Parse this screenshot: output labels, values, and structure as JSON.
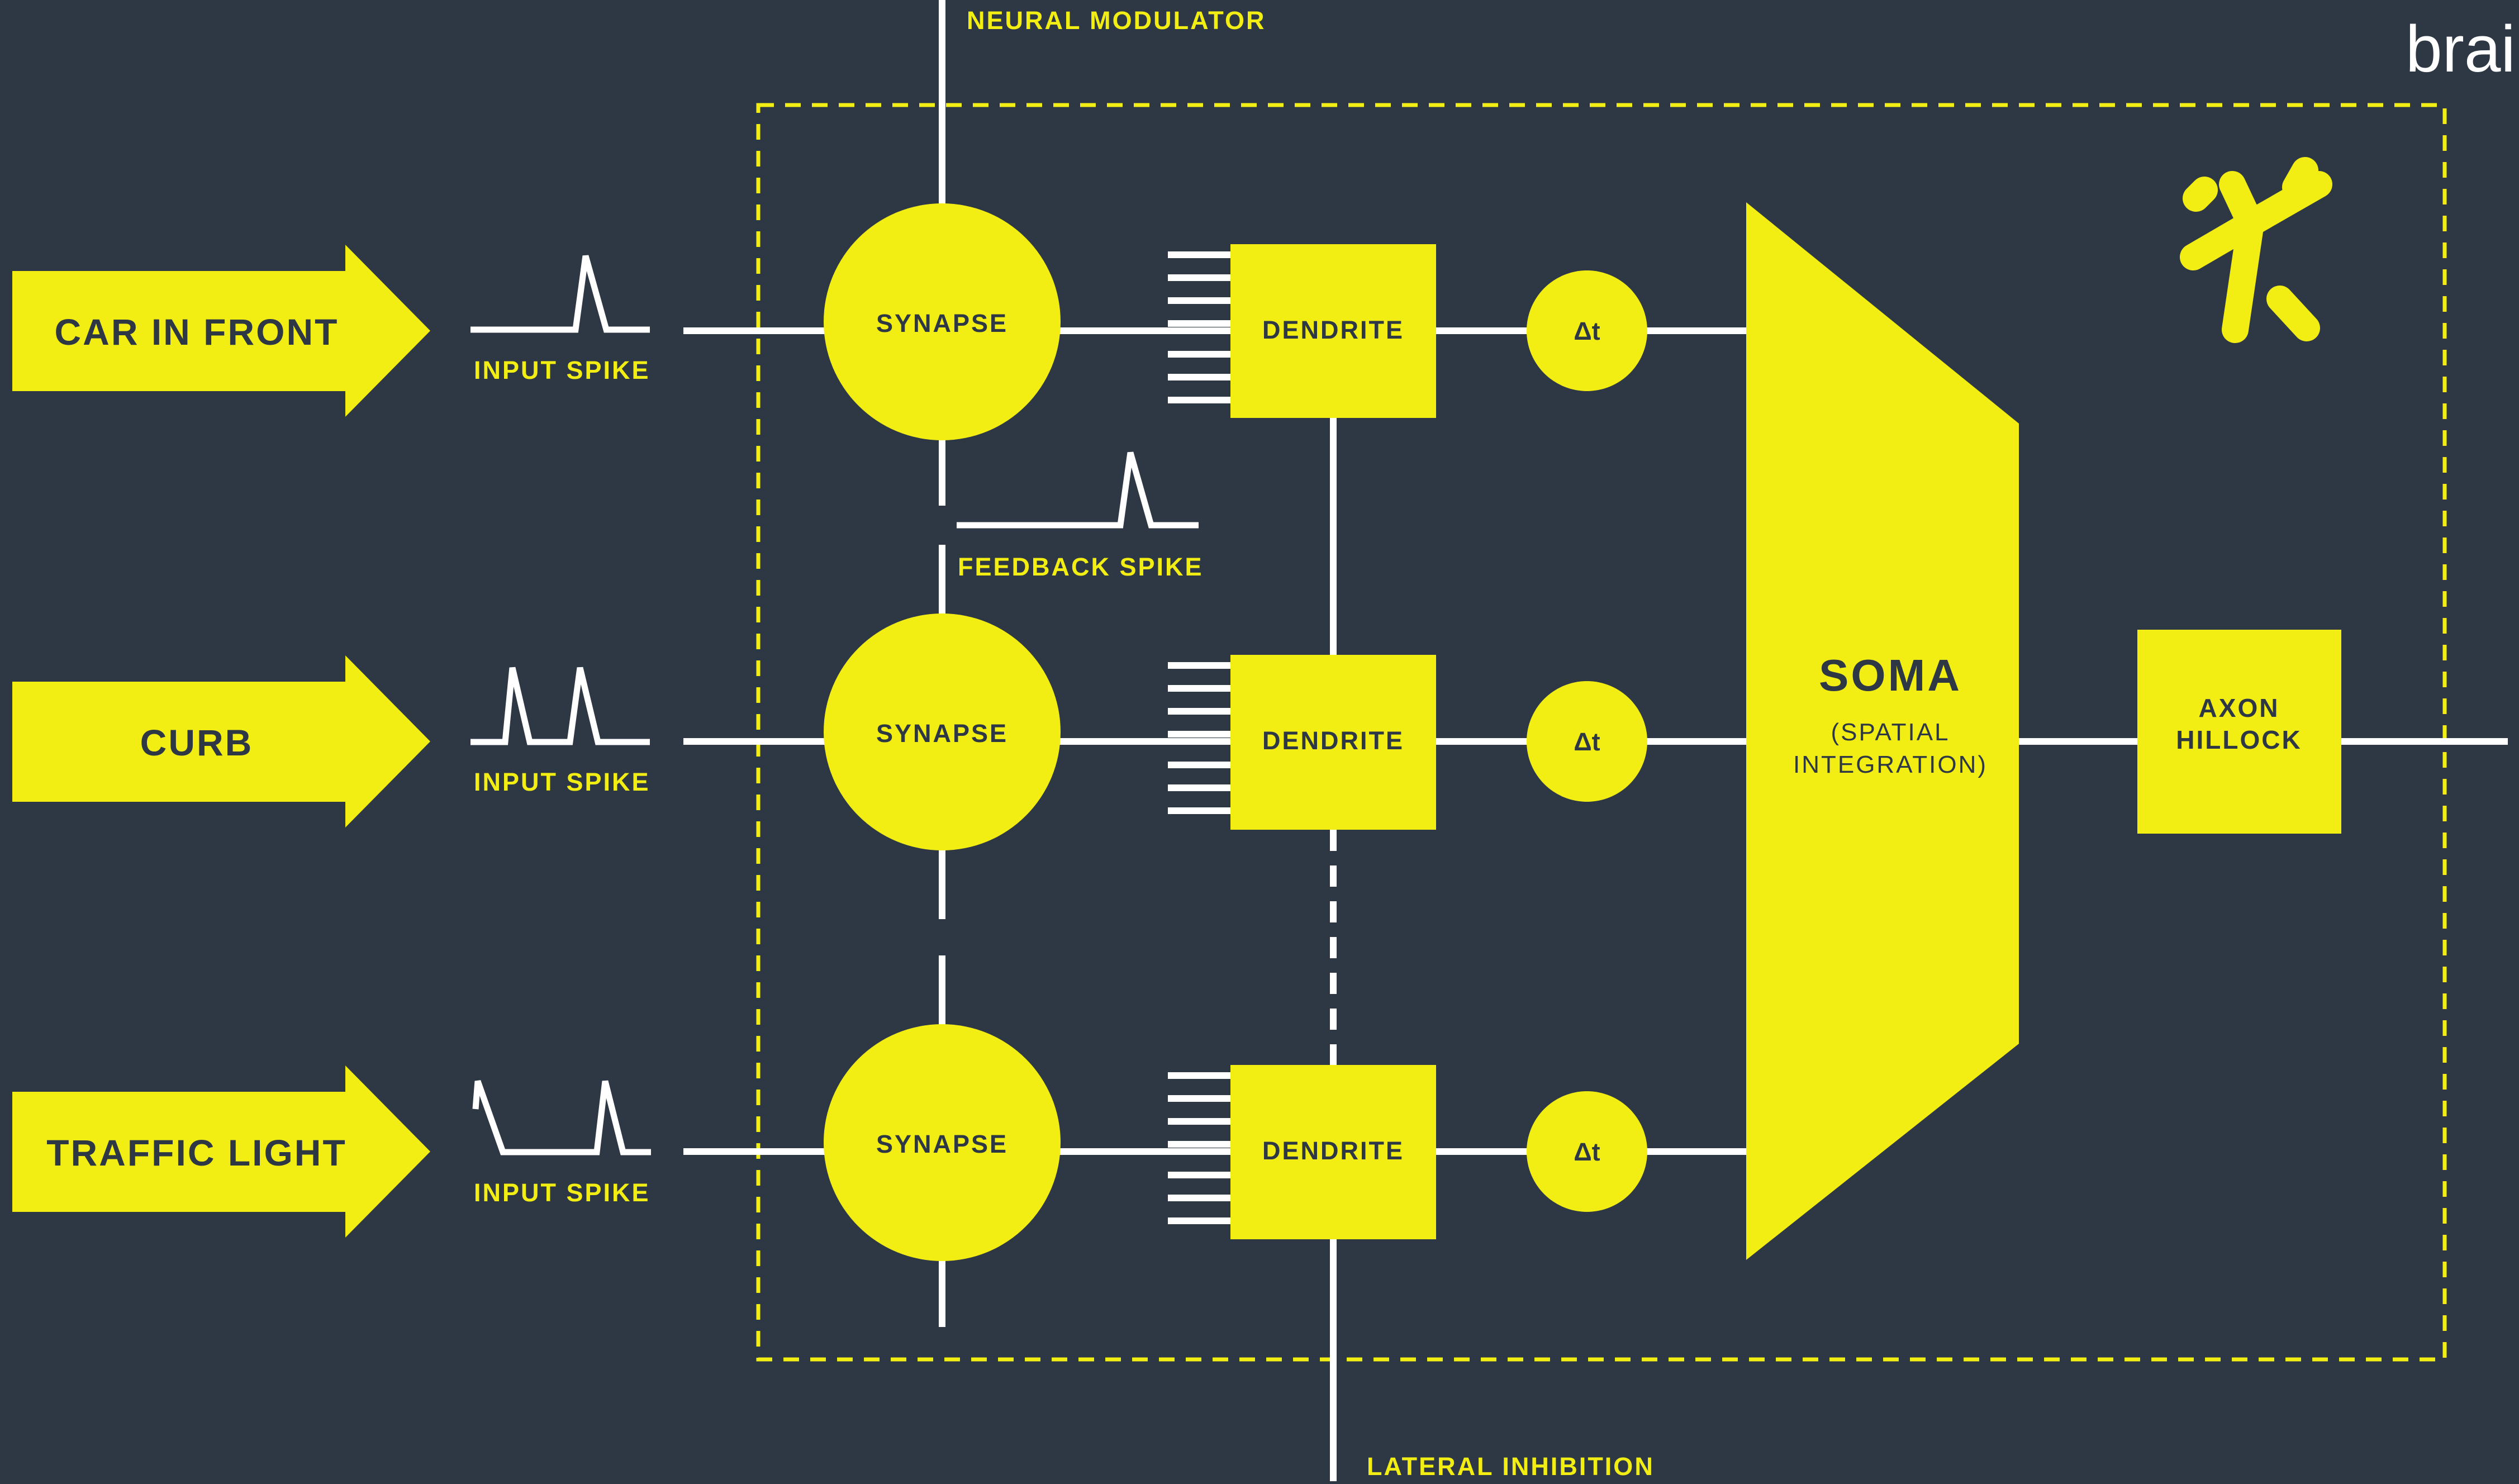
{
  "brand": {
    "wordmark": "brair"
  },
  "colors": {
    "background": "#2e3744",
    "accent": "#f2ee14",
    "line": "#ffffff",
    "dark_text": "#2e3744"
  },
  "inputs": {
    "car": "CAR IN FRONT",
    "curb": "CURB",
    "traffic": "TRAFFIC LIGHT"
  },
  "labels": {
    "input_spike": "INPUT SPIKE",
    "neural_modulator": "NEURAL MODULATOR",
    "feedback_spike": "FEEDBACK SPIKE",
    "lateral_inhibition": "LATERAL INHIBITION"
  },
  "blocks": {
    "synapse": "SYNAPSE",
    "dendrite": "DENDRITE",
    "delay": "Δt",
    "soma_title": "SOMA",
    "soma_sub1": "(SPATIAL",
    "soma_sub2": "INTEGRATION)",
    "axon_line1": "AXON",
    "axon_line2": "HILLOCK"
  },
  "icons": {
    "logo": "brain-corp-logo-icon"
  }
}
